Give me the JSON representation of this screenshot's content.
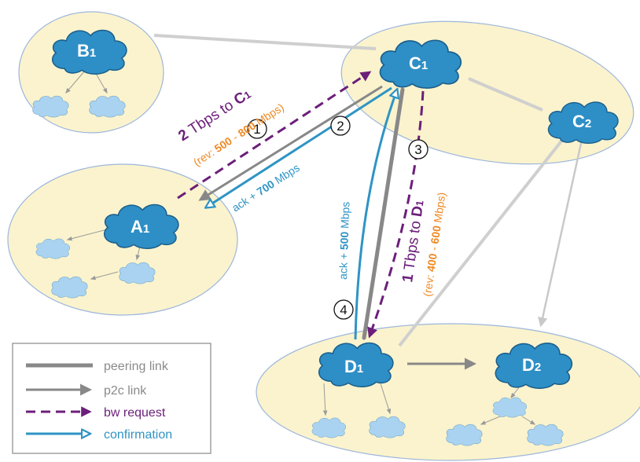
{
  "nodes": {
    "b1": {
      "main": "B",
      "sub": "1"
    },
    "c1": {
      "main": "C",
      "sub": "1"
    },
    "c2": {
      "main": "C",
      "sub": "2"
    },
    "a1": {
      "main": "A",
      "sub": "1"
    },
    "d1": {
      "main": "D",
      "sub": "1"
    },
    "d2": {
      "main": "D",
      "sub": "2"
    }
  },
  "steps": [
    "1",
    "2",
    "3",
    "4"
  ],
  "annotations": {
    "request_a1": {
      "amount": "2",
      "text": " Tbps to ",
      "target_main": "C",
      "target_sub": "1",
      "rev_prefix": "(rev: ",
      "rev_low": "500",
      "rev_sep": " - ",
      "rev_high": "800",
      "rev_suffix": " Mbps)"
    },
    "ack_a1": {
      "prefix": "ack + ",
      "amount": "700",
      "unit": " Mbps"
    },
    "request_d1": {
      "amount": "1",
      "text": " Tbps to ",
      "target_main": "D",
      "target_sub": "1",
      "rev_prefix": "(rev: ",
      "rev_low": "400",
      "rev_sep": " - ",
      "rev_high": "600",
      "rev_suffix": " Mbps)"
    },
    "ack_d1": {
      "prefix": "ack + ",
      "amount": "500",
      "unit": " Mbps"
    }
  },
  "legend": {
    "items": [
      {
        "label": "peering link",
        "color": "#8a8a8a"
      },
      {
        "label": "p2c link",
        "color": "#8a8a8a"
      },
      {
        "label": "bw request",
        "color": "#6c1f7a"
      },
      {
        "label": "confirmation",
        "color": "#2f94c4"
      }
    ]
  },
  "colors": {
    "purple": "#6c1f7a",
    "orange": "#ef8a25",
    "blue": "#2f94c4",
    "gray": "#8a8a8a",
    "region_fill": "#faf3cd",
    "cloud_fill": "#2e8fc6"
  }
}
